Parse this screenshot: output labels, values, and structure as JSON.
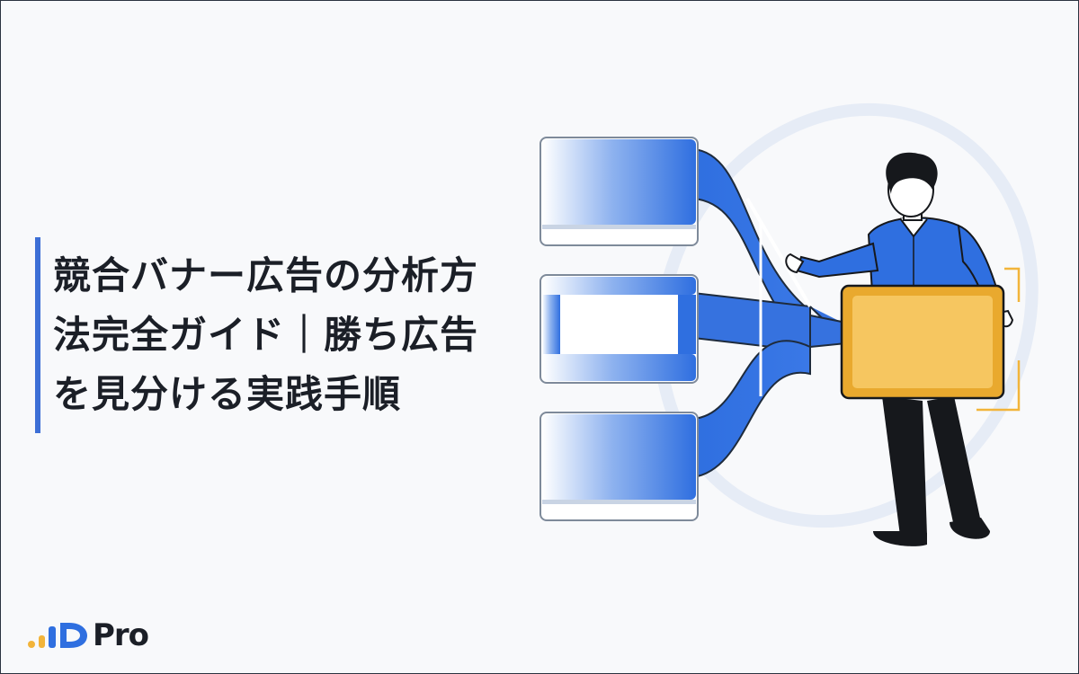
{
  "article": {
    "title_lines": [
      "競合バナー広告の分析方",
      "法完全ガイド｜勝ち広告",
      "を見分ける実践手順"
    ]
  },
  "brand": {
    "logo_text": "Pro",
    "accent_blue": "#2f6fe0",
    "accent_yellow": "#f2b43a"
  },
  "illustration": {
    "subject": "person holding yellow banner next to three blue banner cards merging into one",
    "icons": [
      "banner-card-icon",
      "merge-flow-icon",
      "person-figure",
      "yellow-banner-icon"
    ]
  }
}
